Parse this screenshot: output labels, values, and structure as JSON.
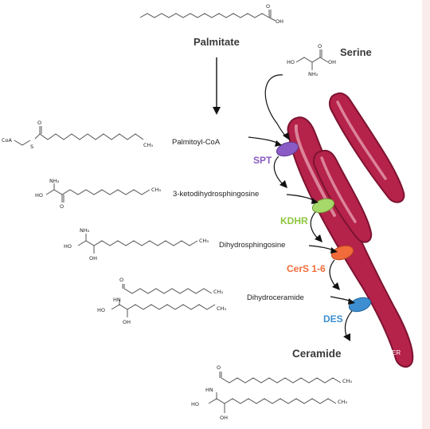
{
  "labels": {
    "palmitate": "Palmitate",
    "serine": "Serine",
    "palmitoyl_coa": "Palmitoyl-CoA",
    "ketodihydrosphingosine": "3-ketodihydrosphingosine",
    "dihydrosphingosine": "Dihydrosphingosine",
    "dihydroceramide": "Dihydroceramide",
    "ceramide": "Ceramide",
    "er": "ER"
  },
  "enzymes": {
    "spt": {
      "label": "SPT",
      "color": "#8a5bc4"
    },
    "kdhr": {
      "label": "KDHR",
      "color": "#8dc63f"
    },
    "cers": {
      "label": "CerS 1-6",
      "color": "#f26b3a"
    },
    "des": {
      "label": "DES",
      "color": "#3d8fd1"
    }
  },
  "atoms": {
    "oh": "OH",
    "o": "O",
    "ho": "HO",
    "nh2": "NH₂",
    "ch3": "CH₃",
    "coa": "CoA",
    "s": "S",
    "hn": "HN"
  },
  "colors": {
    "er_fill": "#b5224a",
    "er_dark": "#7d1330",
    "er_highlight": "#e8a5b4",
    "text_gray": "#3a3a3a"
  }
}
